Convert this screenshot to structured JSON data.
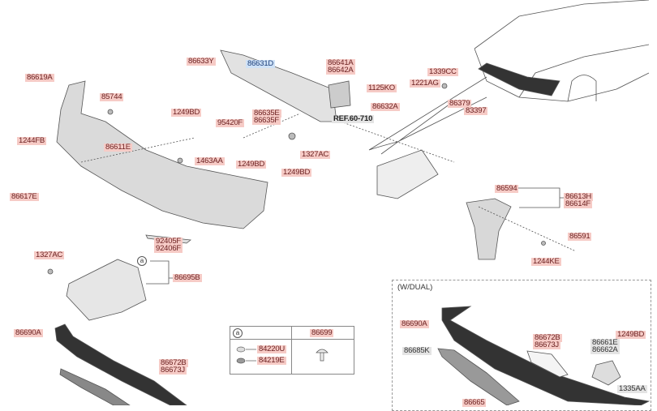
{
  "labels": {
    "l86619A": "86619A",
    "l86633Y": "86633Y",
    "l86631D": "86631D",
    "l85744": "85744",
    "l1249BD_a": "1249BD",
    "l95420F": "95420F",
    "l86635E": "86635E",
    "l86635F": "86635F",
    "l1244FB": "1244FB",
    "l86611E": "86611E",
    "l1463AA": "1463AA",
    "l1249BD_b": "1249BD",
    "l1249BD_c": "1249BD",
    "l1327AC_a": "1327AC",
    "l86617E": "86617E",
    "l92405F": "92405F",
    "l92406F": "92406F",
    "l1327AC_b": "1327AC",
    "l86695B": "86695B",
    "l86690A_a": "86690A",
    "l86672B_a": "86672B",
    "l86673J_a": "86673J",
    "l86641A": "86641A",
    "l86642A": "86642A",
    "l1125KO": "1125KO",
    "l1339CC": "1339CC",
    "l1221AG": "1221AG",
    "l86379": "86379",
    "l83397": "83397",
    "l86632A": "86632A",
    "ref": "REF.60-710",
    "l86594": "86594",
    "l86613H": "86613H",
    "l86614F": "86614F",
    "l86591": "86591",
    "l1244KE": "1244KE"
  },
  "table": {
    "marker_a": "a",
    "header_right": "86699",
    "rows": [
      "84220U",
      "84219E"
    ]
  },
  "marker_a_main": "a",
  "dual": {
    "title": "(W/DUAL)",
    "l86690A": "86690A",
    "l86685K": "86685K",
    "l86672B": "86672B",
    "l86673J": "86673J",
    "l86661E": "86661E",
    "l86662A": "86662A",
    "l1249BD": "1249BD",
    "l1335AA": "1335AA",
    "l86665": "86665"
  }
}
